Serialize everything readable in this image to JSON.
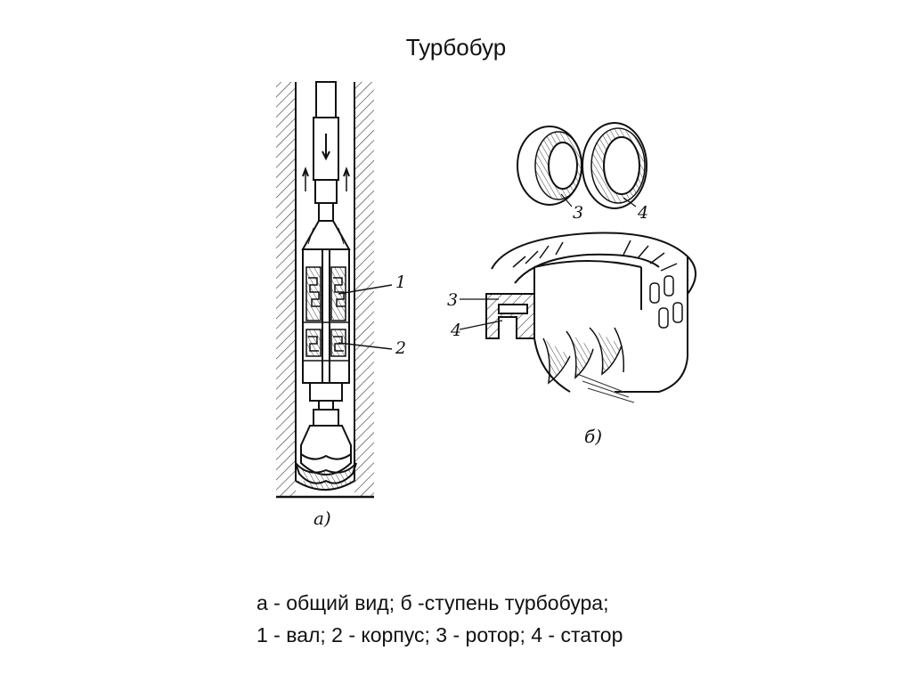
{
  "title": "Турбобур",
  "figure_a": {
    "label": "а)",
    "callouts": [
      "1",
      "2"
    ]
  },
  "figure_b": {
    "label": "б)",
    "callouts_top": [
      "3",
      "4"
    ],
    "callouts_side": [
      "3",
      "4"
    ]
  },
  "caption": {
    "line1": "а - общий вид; б -ступень турбобура;",
    "line2": "1 - вал; 2 - корпус; 3 - ротор; 4 - статор"
  }
}
